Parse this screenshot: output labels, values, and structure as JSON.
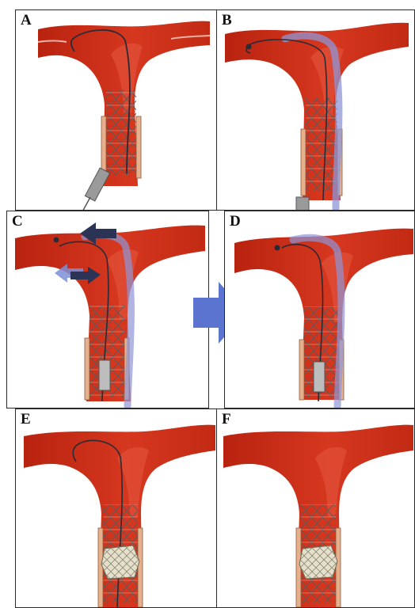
{
  "panels": [
    {
      "id": "a",
      "label": "A"
    },
    {
      "id": "b",
      "label": "B"
    },
    {
      "id": "c",
      "label": "C"
    },
    {
      "id": "d",
      "label": "D"
    },
    {
      "id": "e",
      "label": "E"
    },
    {
      "id": "f",
      "label": "F"
    }
  ],
  "colors": {
    "vessel": "#d0311e",
    "vessel_highlight": "#e8604a",
    "vessel_shadow": "#a8200f",
    "graft_strut": "#e7b08c",
    "stent_wire": "#555555",
    "guidewire": "#2b2b35",
    "catheter": "#8e96d6",
    "delivery_device": "#9a9a9a",
    "arrow_dark": "#2c3455",
    "arrow_light": "#7c8fd6",
    "transition_arrow": "#5a74cf",
    "valve": "#ddd9c4"
  },
  "icons": {
    "transition": "right-arrow-icon",
    "manipulation_dark": "curved-arrow-icon",
    "manipulation_light": "double-arrow-icon"
  }
}
